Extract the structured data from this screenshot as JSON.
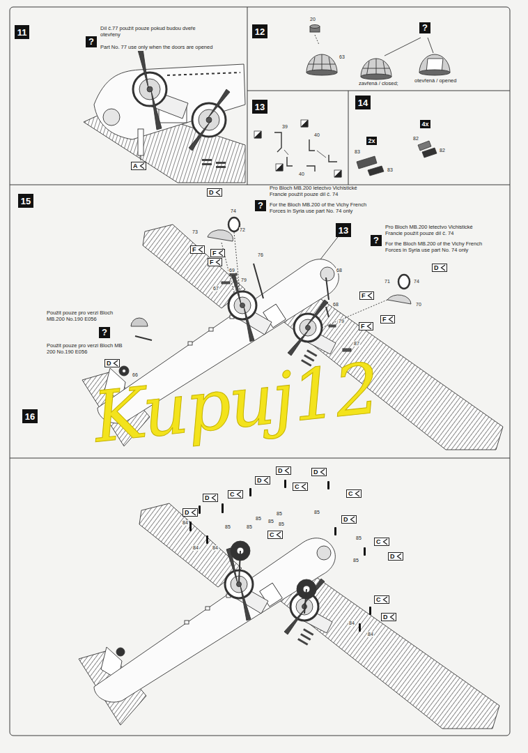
{
  "diagram": {
    "nodes": [
      {
        "text": [
          "11"
        ]
      },
      {
        "text": [
          "?"
        ]
      },
      {
        "text": [
          "A"
        ]
      },
      {
        "text": [
          "12"
        ]
      },
      {
        "text": [
          "?"
        ]
      },
      {
        "text": [
          "13"
        ]
      },
      {
        "text": [
          "14"
        ]
      },
      {
        "text": [
          "2x"
        ]
      },
      {
        "text": [
          "4x"
        ]
      },
      {
        "text": [
          "15"
        ]
      },
      {
        "text": [
          "D"
        ]
      },
      {
        "text": [
          "?"
        ]
      },
      {
        "text": [
          "13"
        ]
      },
      {
        "text": [
          "?"
        ]
      },
      {
        "text": [
          "F"
        ]
      },
      {
        "text": [
          "F"
        ]
      },
      {
        "text": [
          "F"
        ]
      },
      {
        "text": [
          "D"
        ]
      },
      {
        "text": [
          "F"
        ]
      },
      {
        "text": [
          "F"
        ]
      },
      {
        "text": [
          "F"
        ]
      },
      {
        "text": [
          "?"
        ]
      },
      {
        "text": [
          "D"
        ]
      },
      {
        "text": [
          "16"
        ]
      },
      {
        "text": [
          "D"
        ]
      },
      {
        "text": [
          "D"
        ]
      },
      {
        "text": [
          "D"
        ]
      },
      {
        "text": [
          "C"
        ]
      },
      {
        "text": [
          "C"
        ]
      },
      {
        "text": [
          "C"
        ]
      },
      {
        "text": [
          "D"
        ]
      },
      {
        "text": [
          "D"
        ]
      },
      {
        "text": [
          "D"
        ]
      },
      {
        "text": [
          "C"
        ]
      },
      {
        "text": [
          "C"
        ]
      },
      {
        "text": [
          "D"
        ]
      },
      {
        "text": [
          "C"
        ]
      },
      {
        "text": [
          "D"
        ]
      }
    ],
    "labels": [
      "Díl č.77 použít pouze pokud budou dveře otevřeny",
      "Part No. 77 use only when the doors are opened",
      "20",
      "63",
      "zavřená / closed;",
      "otevřená / opened",
      "39",
      "40",
      "40",
      "83",
      "83",
      "82",
      "82",
      "Pro Bloch MB.200 letectvo Vichistické Francie použít pouze díl č. 74",
      "For the Bloch MB.200 of the Vichy French Forces in Syria use part No. 74 only",
      "Pro Bloch MB.200 letectvo Vichistické Francie použít pouze díl č. 74",
      "For the Bloch MB.200 of the Vichy French Forces in Syria use part No. 74 only",
      "74",
      "73",
      "72",
      "76",
      "69",
      "79",
      "67",
      "68",
      "68",
      "79",
      "87",
      "71",
      "74",
      "70",
      "Použit pouze pro verzi Bloch MB.200 No.190 E056",
      "Použit pouze pro verzi Bloch MB 200 No.190 E056",
      "66",
      "84",
      "84",
      "84",
      "85",
      "85",
      "85",
      "85",
      "85",
      "85",
      "85",
      "85",
      "85",
      "84",
      "84",
      "Kupuj12"
    ]
  }
}
